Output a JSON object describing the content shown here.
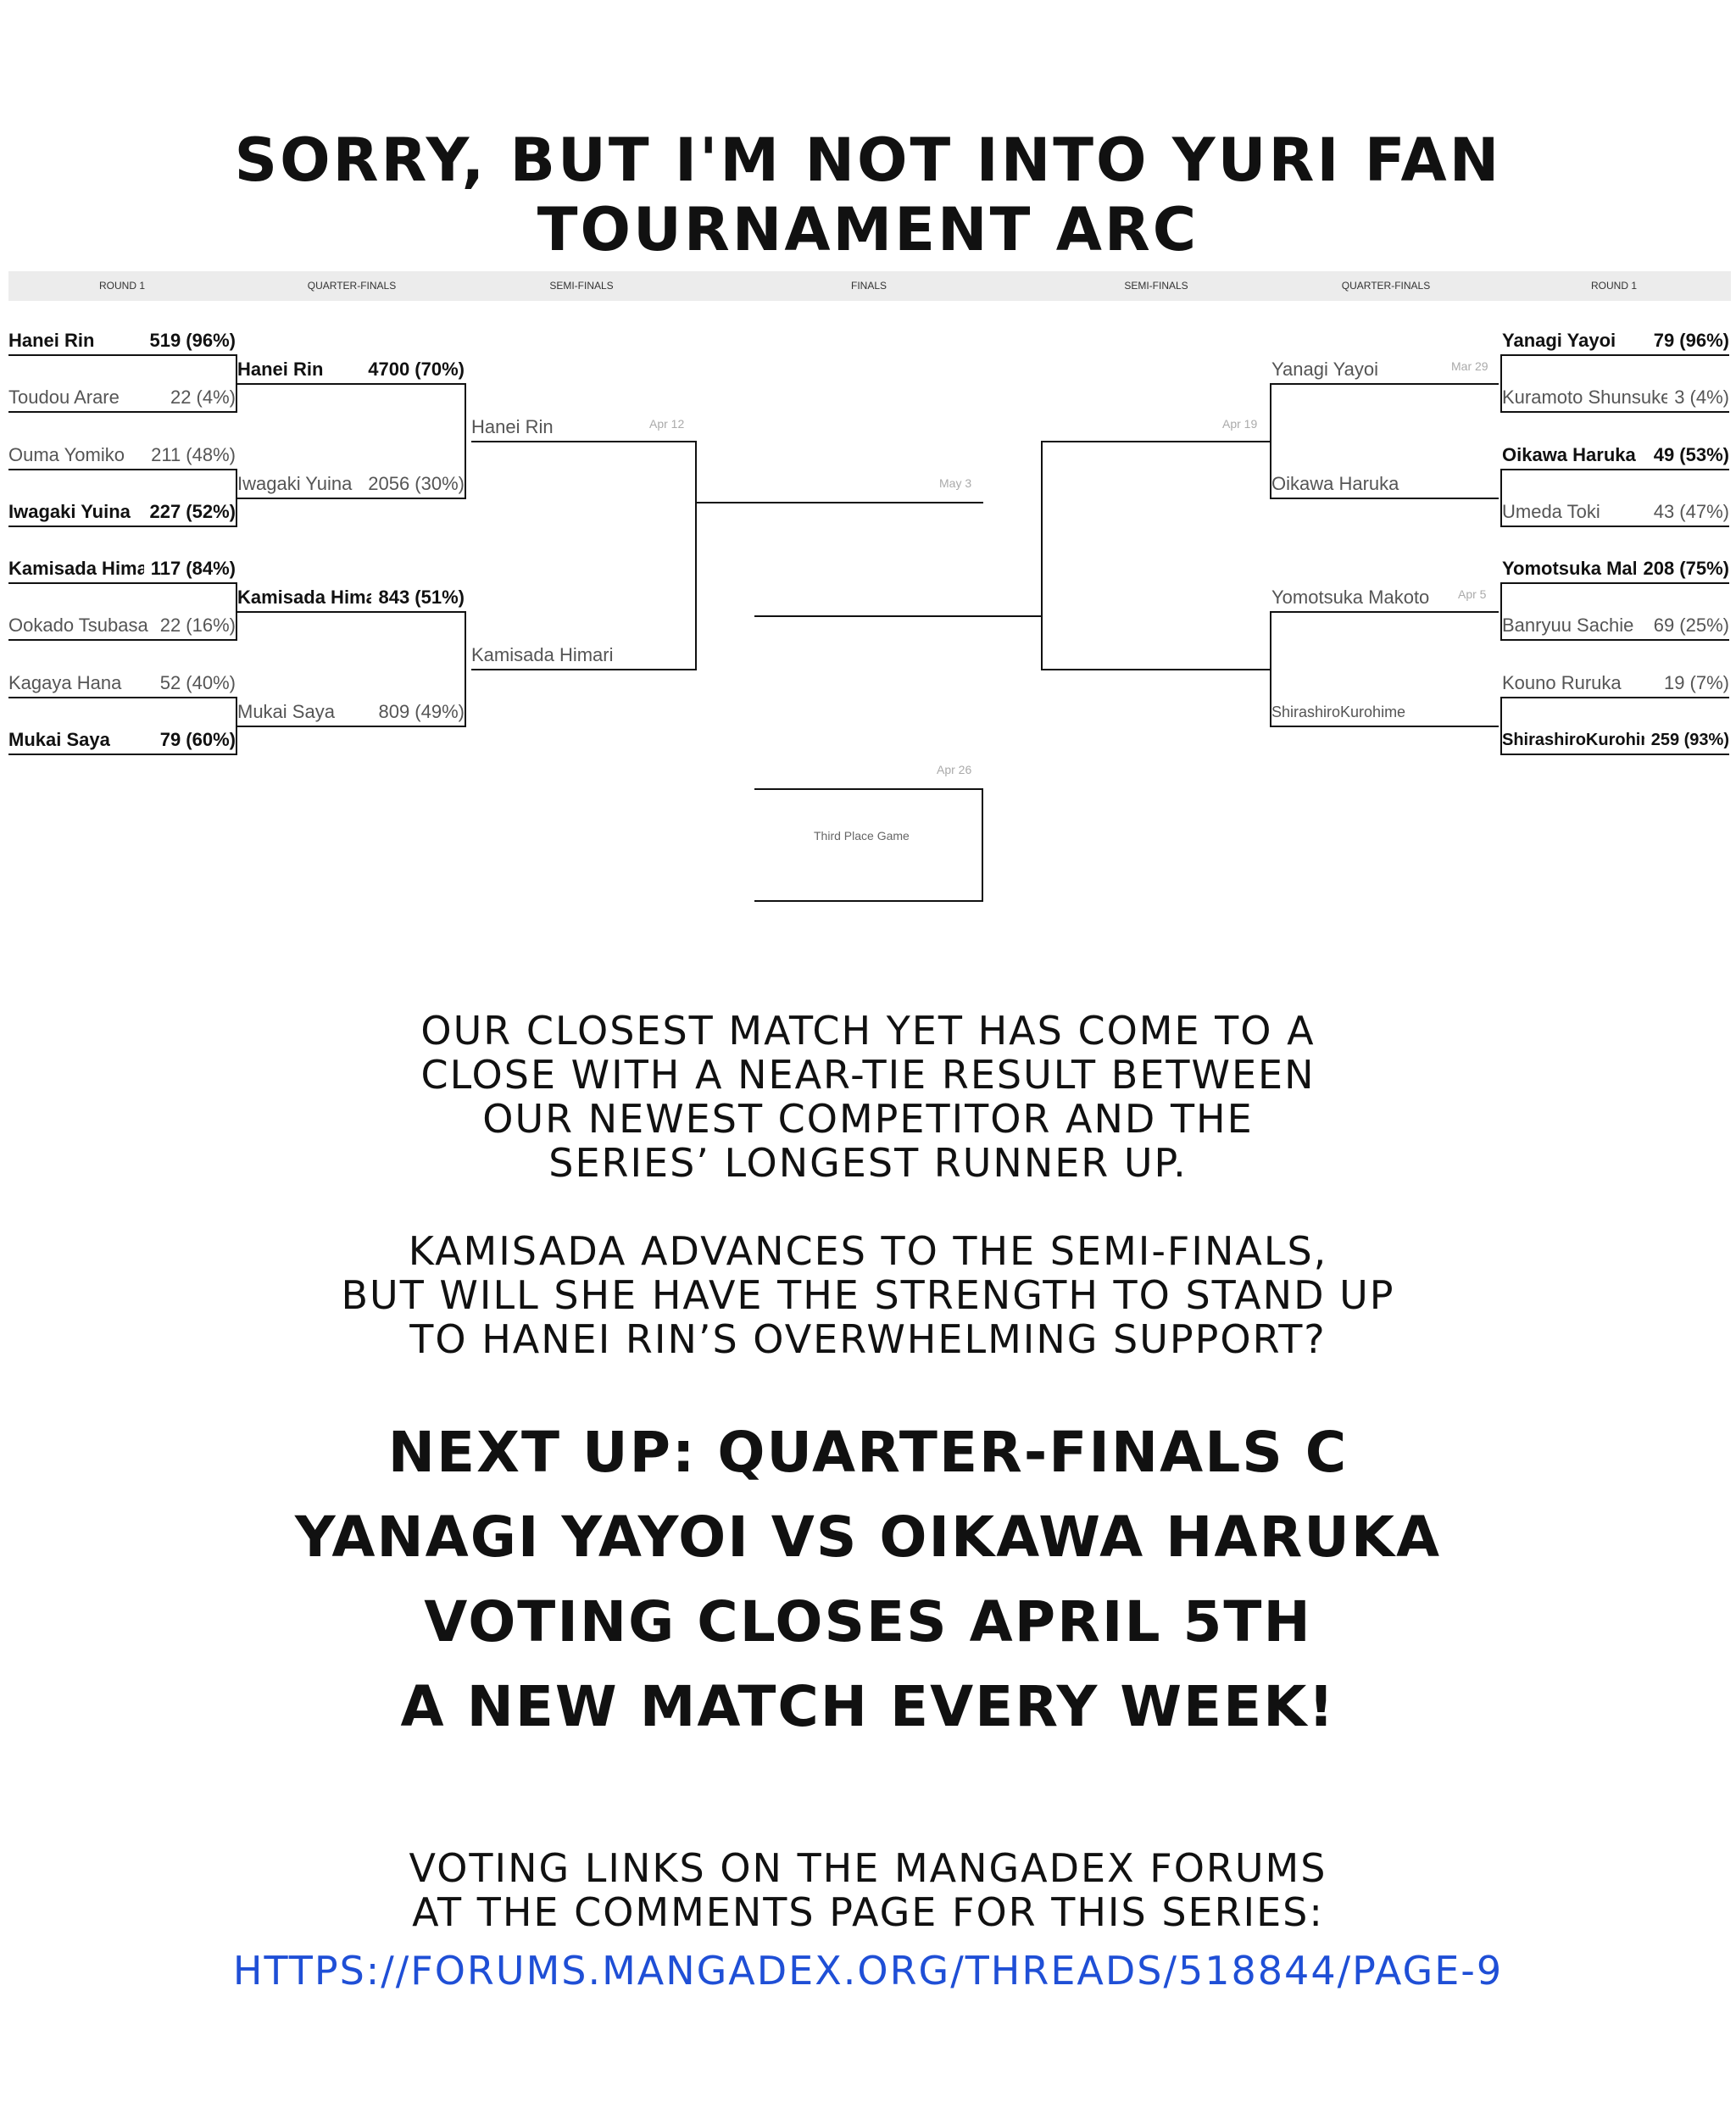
{
  "title": "Sorry, but I'm not into Yuri Fan Tournament Arc",
  "headers": {
    "left_round1": "ROUND 1",
    "left_quarter": "QUARTER-FINALS",
    "left_semi": "SEMI-FINALS",
    "finals": "FINALS",
    "right_semi": "SEMI-FINALS",
    "right_quarter": "QUARTER-FINALS",
    "right_round1": "ROUND 1"
  },
  "left_round1": [
    {
      "name": "Hanei Rin",
      "score": "519 (96%)"
    },
    {
      "name": "Toudou Arare",
      "score": "22 (4%)"
    },
    {
      "name": "Ouma Yomiko",
      "score": "211 (48%)"
    },
    {
      "name": "Iwagaki Yuina",
      "score": "227 (52%)"
    },
    {
      "name": "Kamisada Himari",
      "score": "117 (84%)"
    },
    {
      "name": "Ookado Tsubasa",
      "score": "22 (16%)"
    },
    {
      "name": "Kagaya Hana",
      "score": "52 (40%)"
    },
    {
      "name": "Mukai Saya",
      "score": "79 (60%)"
    }
  ],
  "left_quarter": [
    {
      "name": "Hanei Rin",
      "score": "4700 (70%)"
    },
    {
      "name": "Iwagaki Yuina",
      "score": "2056 (30%)"
    },
    {
      "name": "Kamisada Himari",
      "score": "843 (51%)"
    },
    {
      "name": "Mukai Saya",
      "score": "809 (49%)"
    }
  ],
  "left_semi": [
    {
      "name": "Hanei Rin",
      "date": "Apr 12"
    },
    {
      "name": "Kamisada Himari"
    }
  ],
  "finals": {
    "date": "May 3"
  },
  "third_place": {
    "label": "Third Place Game",
    "date": "Apr 26"
  },
  "right_semi": {
    "date": "Apr 19"
  },
  "right_quarter": [
    {
      "name": "Yanagi Yayoi",
      "date": "Mar 29"
    },
    {
      "name": "Oikawa Haruka"
    },
    {
      "name": "Yomotsuka Makoto",
      "date": "Apr 5"
    },
    {
      "name": "ShirashiroKurohime"
    }
  ],
  "right_round1": [
    {
      "name": "Yanagi Yayoi",
      "score": "79 (96%)"
    },
    {
      "name": "Kuramoto Shunsuke",
      "score": "3 (4%)"
    },
    {
      "name": "Oikawa Haruka",
      "score": "49 (53%)"
    },
    {
      "name": "Umeda Toki",
      "score": "43 (47%)"
    },
    {
      "name": "Yomotsuka Makoto",
      "score": "208 (75%)"
    },
    {
      "name": "Banryuu Sachie",
      "score": "69 (25%)"
    },
    {
      "name": "Kouno Ruruka",
      "score": "19 (7%)"
    },
    {
      "name": "ShirashiroKurohime",
      "score": "259 (93%)"
    }
  ],
  "paragraph1": [
    "Our closest match yet has come to a",
    "close with a near-tie result between",
    "our newest competitor and the",
    "series’ longest runner up."
  ],
  "paragraph2": [
    "Kamisada advances to the semi-finals,",
    "but will she have the strength to stand up",
    "to Hanei Rin’s overwhelming support?"
  ],
  "next_up": [
    "Next up: Quarter-Finals C",
    "Yanagi Yayoi vs Oikawa Haruka",
    "Voting closes April 5th",
    "A new match every week!"
  ],
  "voting_info": [
    "Voting links on the Mangadex forums",
    "at the comments page for this series:"
  ],
  "link": "https://forums.mangadex.org/threads/518844/page-9"
}
